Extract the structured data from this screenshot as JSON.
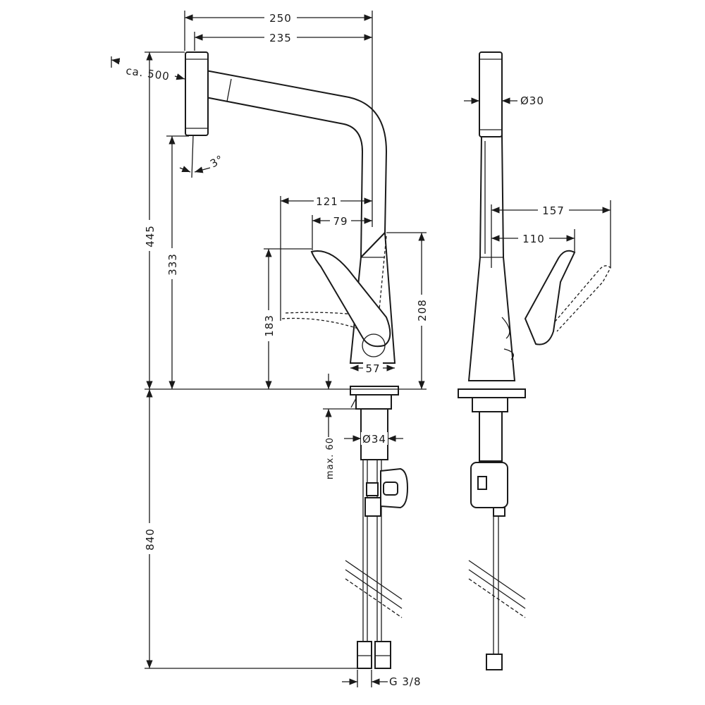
{
  "title": "Kitchen mixer technical dimension drawing",
  "side_view": {
    "dimensions": {
      "overall_reach": "250",
      "spout_reach": "235",
      "pull_out_length": "ca. 500",
      "spray_angle": "3°",
      "total_height": "445",
      "spout_height": "333",
      "handle_reach_open": "121",
      "handle_reach_closed": "79",
      "handle_height": "183",
      "body_height": "208",
      "base_diameter_width": "57",
      "below_counter_length": "840",
      "max_counter_thickness": "max. 60",
      "hole_diameter": "Ø34",
      "connection_thread": "G 3/8"
    }
  },
  "front_view": {
    "dimensions": {
      "spray_diameter": "Ø30",
      "handle_reach_open": "157",
      "handle_reach_closed": "110"
    }
  }
}
